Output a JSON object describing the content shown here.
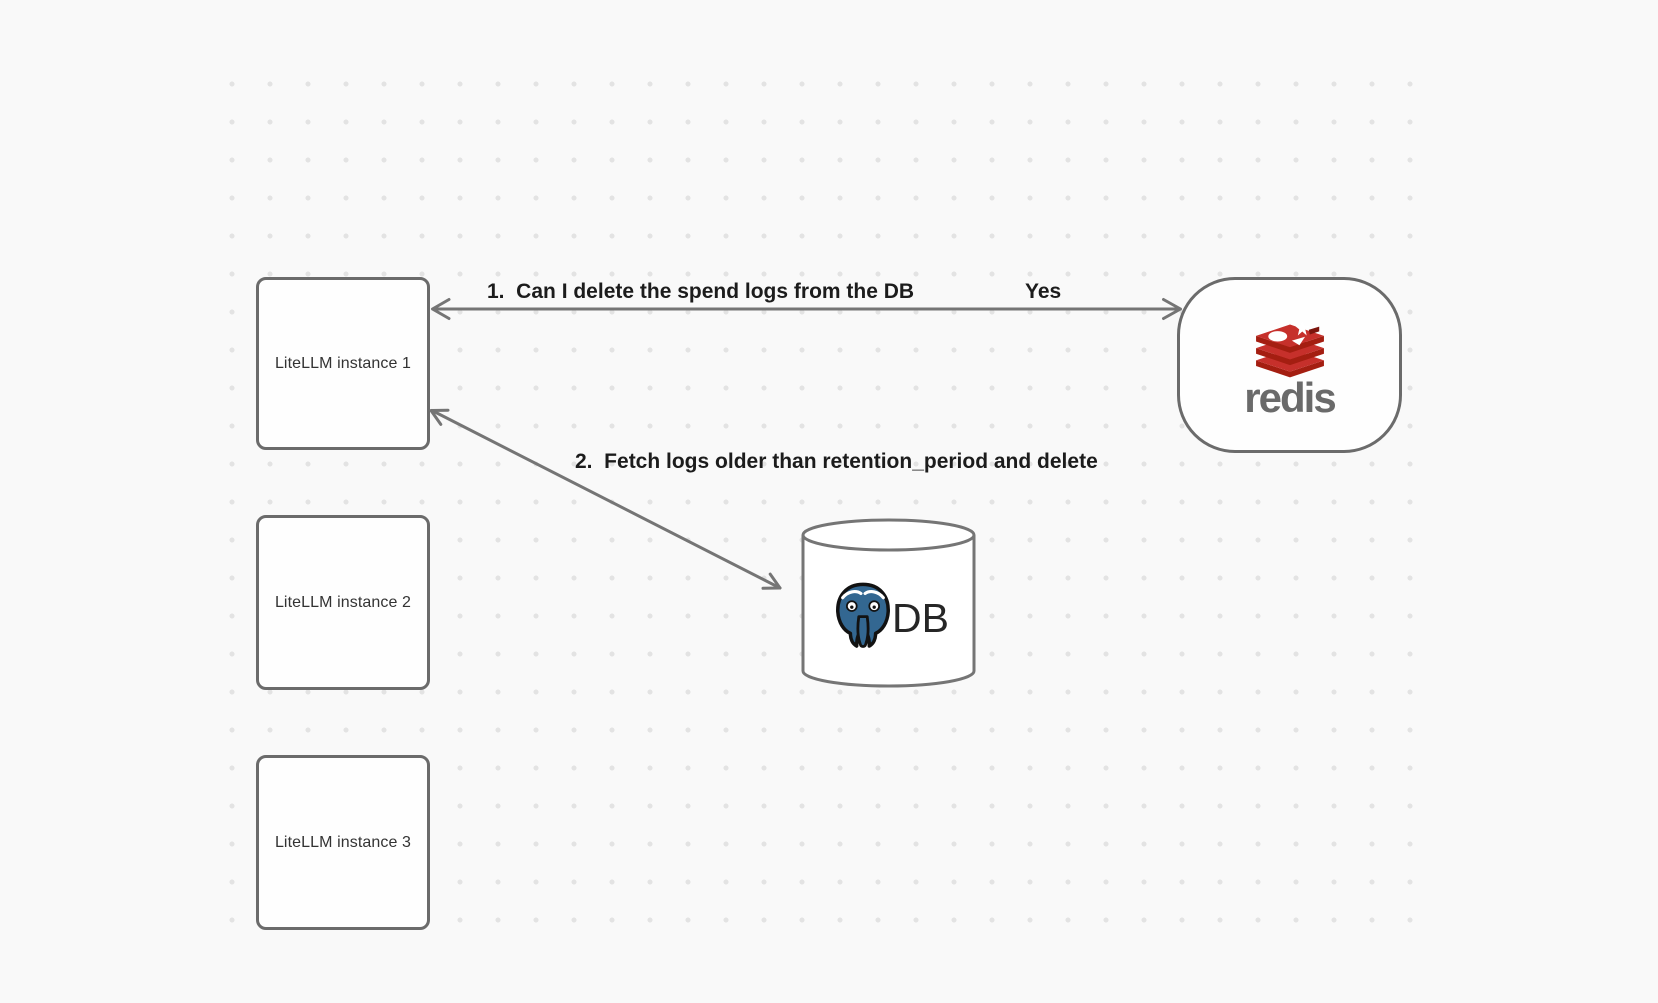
{
  "canvas": {
    "background": "#f9f9f9",
    "dot_color": "#e3e3e3"
  },
  "nodes": {
    "litellm1": {
      "label": "LiteLLM instance 1"
    },
    "litellm2": {
      "label": "LiteLLM instance 2"
    },
    "litellm3": {
      "label": "LiteLLM instance 3"
    },
    "redis": {
      "wordmark": "redis",
      "icon": "redis-stack-icon",
      "logo_red": "#c6302b",
      "logo_dark_red": "#a41e11",
      "wordmark_color": "#6a6a6a"
    },
    "db": {
      "label": "DB",
      "icon": "postgres-elephant-icon",
      "postgres_blue": "#336791"
    }
  },
  "edges": [
    {
      "label": "1.  Can I delete the spend logs from the DB",
      "response": "Yes",
      "from": "LiteLLM instance 1",
      "to": "redis",
      "arrows": "both"
    },
    {
      "label": "2.  Fetch logs older than retention_period and delete",
      "from": "LiteLLM instance 1",
      "to": "DB",
      "arrows": "both"
    }
  ],
  "colors": {
    "node_border": "#6b6b6b",
    "edge_stroke": "#757575",
    "label_text": "#1c1c1c",
    "node_text": "#333333"
  }
}
